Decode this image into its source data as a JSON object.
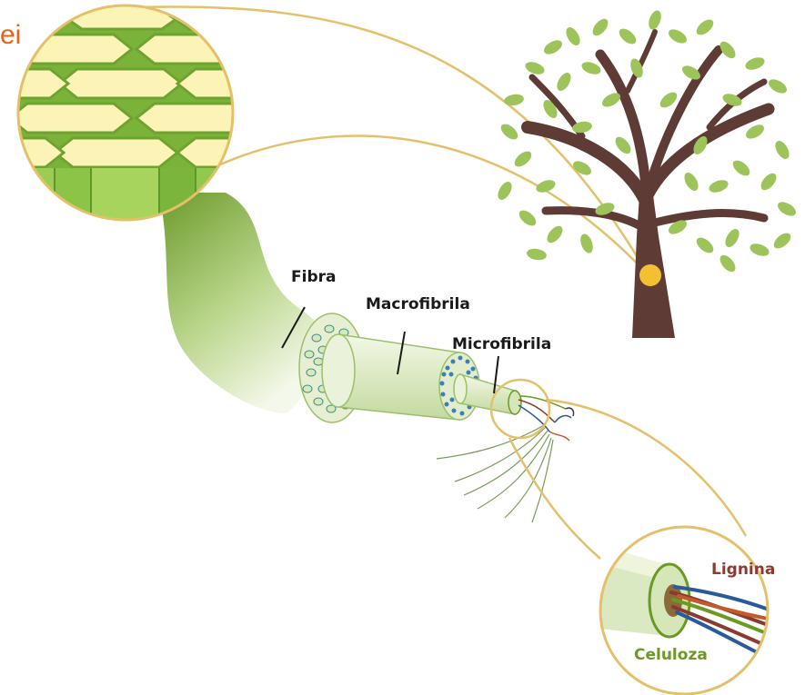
{
  "labels": {
    "corner_fragment": "ei",
    "fibra": "Fibra",
    "macrofibrila": "Macrofibrila",
    "microfibrila": "Microfibrila",
    "lignina": "Lignina",
    "celuloza": "Celuloza"
  },
  "colors": {
    "leaf": "#9cc45a",
    "trunk": "#5e3b34",
    "callout_line": "#e5c06a",
    "cell_fill": "#fbf4b6",
    "cell_wall": "#7bb33a",
    "fiber_dark": "#6b9a2a",
    "fiber_light": "#eef5dc",
    "accent_orange": "#e8621a",
    "lignin": "#8b3a2f",
    "cellulose": "#6a9a22"
  },
  "icons": {
    "tree": "tree-icon",
    "sample_point": "sample-dot-icon"
  }
}
